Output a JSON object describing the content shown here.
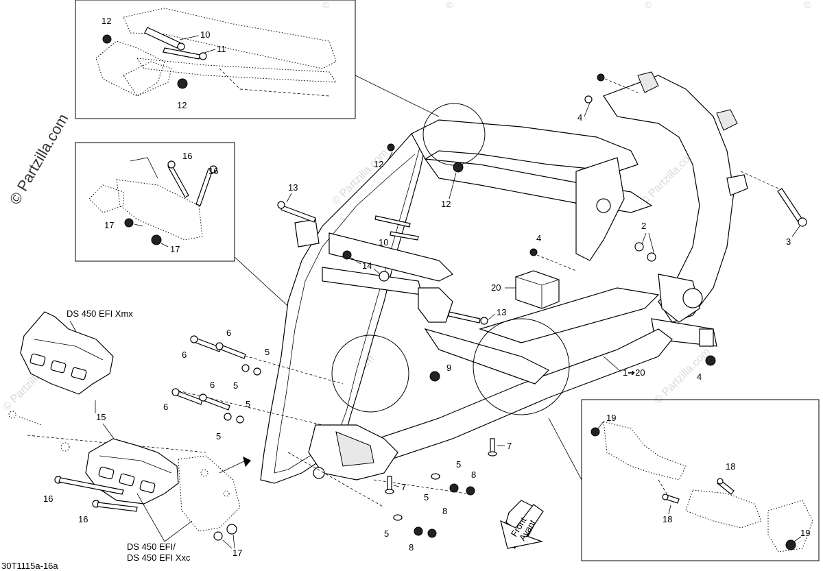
{
  "watermark": {
    "site": "© Partzilla.com",
    "copyright_mark": "©"
  },
  "drawing_code": "30T1115a-16a",
  "model_labels": {
    "xmx": "DS 450 EFI Xmx",
    "efi": "DS 450 EFI/",
    "xxc": "DS 450 EFI Xxc"
  },
  "direction_arrow": {
    "line1": "Front",
    "line2": "Avant"
  },
  "range_label": "1➔20",
  "callouts": {
    "c12a": "12",
    "c10a": "10",
    "c11": "11",
    "c12b": "12",
    "c16a": "16",
    "c16b": "16",
    "c17a": "17",
    "c17b": "17",
    "c4a": "4",
    "c3": "3",
    "c2": "2",
    "c4b": "4",
    "c4c": "4",
    "c12c": "12",
    "c12d": "12",
    "c13a": "13",
    "c10b": "10",
    "c14": "14",
    "c20": "20",
    "c13b": "13",
    "c9": "9",
    "c6a": "6",
    "c6b": "6",
    "c5a": "5",
    "c5b": "5",
    "c6c": "6",
    "c6d": "6",
    "c5c": "5",
    "c5d": "5",
    "c15": "15",
    "c16c": "16",
    "c16d": "16",
    "c17c": "17",
    "c7a": "7",
    "c7b": "7",
    "c5e": "5",
    "c5f": "5",
    "c5g": "5",
    "c8a": "8",
    "c8b": "8",
    "c8c": "8",
    "c19a": "19",
    "c18a": "18",
    "c18b": "18",
    "c19b": "19"
  }
}
